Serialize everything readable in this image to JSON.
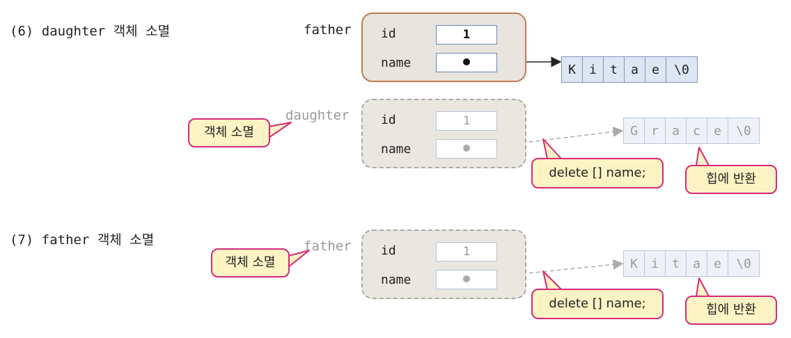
{
  "sections": [
    {
      "heading": "(6) daughter 객체 소멸"
    },
    {
      "heading": "(7) father 객체 소멸"
    }
  ],
  "objects": [
    {
      "var": "father",
      "state": "alive",
      "id_label": "id",
      "id_value": "1",
      "name_label": "name",
      "target": "Kitae",
      "target_state": "alive"
    },
    {
      "var": "daughter",
      "state": "destroyed",
      "id_label": "id",
      "id_value": "1",
      "name_label": "name",
      "target": "Grace",
      "target_state": "returned"
    },
    {
      "var": "father",
      "state": "destroyed",
      "id_label": "id",
      "id_value": "1",
      "name_label": "name",
      "target": "Kitae",
      "target_state": "returned"
    }
  ],
  "strings": [
    {
      "chars": [
        "K",
        "i",
        "t",
        "a",
        "e",
        "\\0"
      ],
      "state": "alive"
    },
    {
      "chars": [
        "G",
        "r",
        "a",
        "c",
        "e",
        "\\0"
      ],
      "state": "returned"
    },
    {
      "chars": [
        "K",
        "i",
        "t",
        "a",
        "e",
        "\\0"
      ],
      "state": "returned"
    }
  ],
  "callouts": {
    "destroy": "객체 소멸",
    "delete_stmt": "delete [] name;",
    "heap_return": "힙에 반환"
  },
  "colors": {
    "alive_border": "#c07a4e",
    "dead_border": "#a9a9a9",
    "callout_border": "#d6287a",
    "callout_fill": "#fdf3c4",
    "cell_fill": "#dde6f3"
  }
}
